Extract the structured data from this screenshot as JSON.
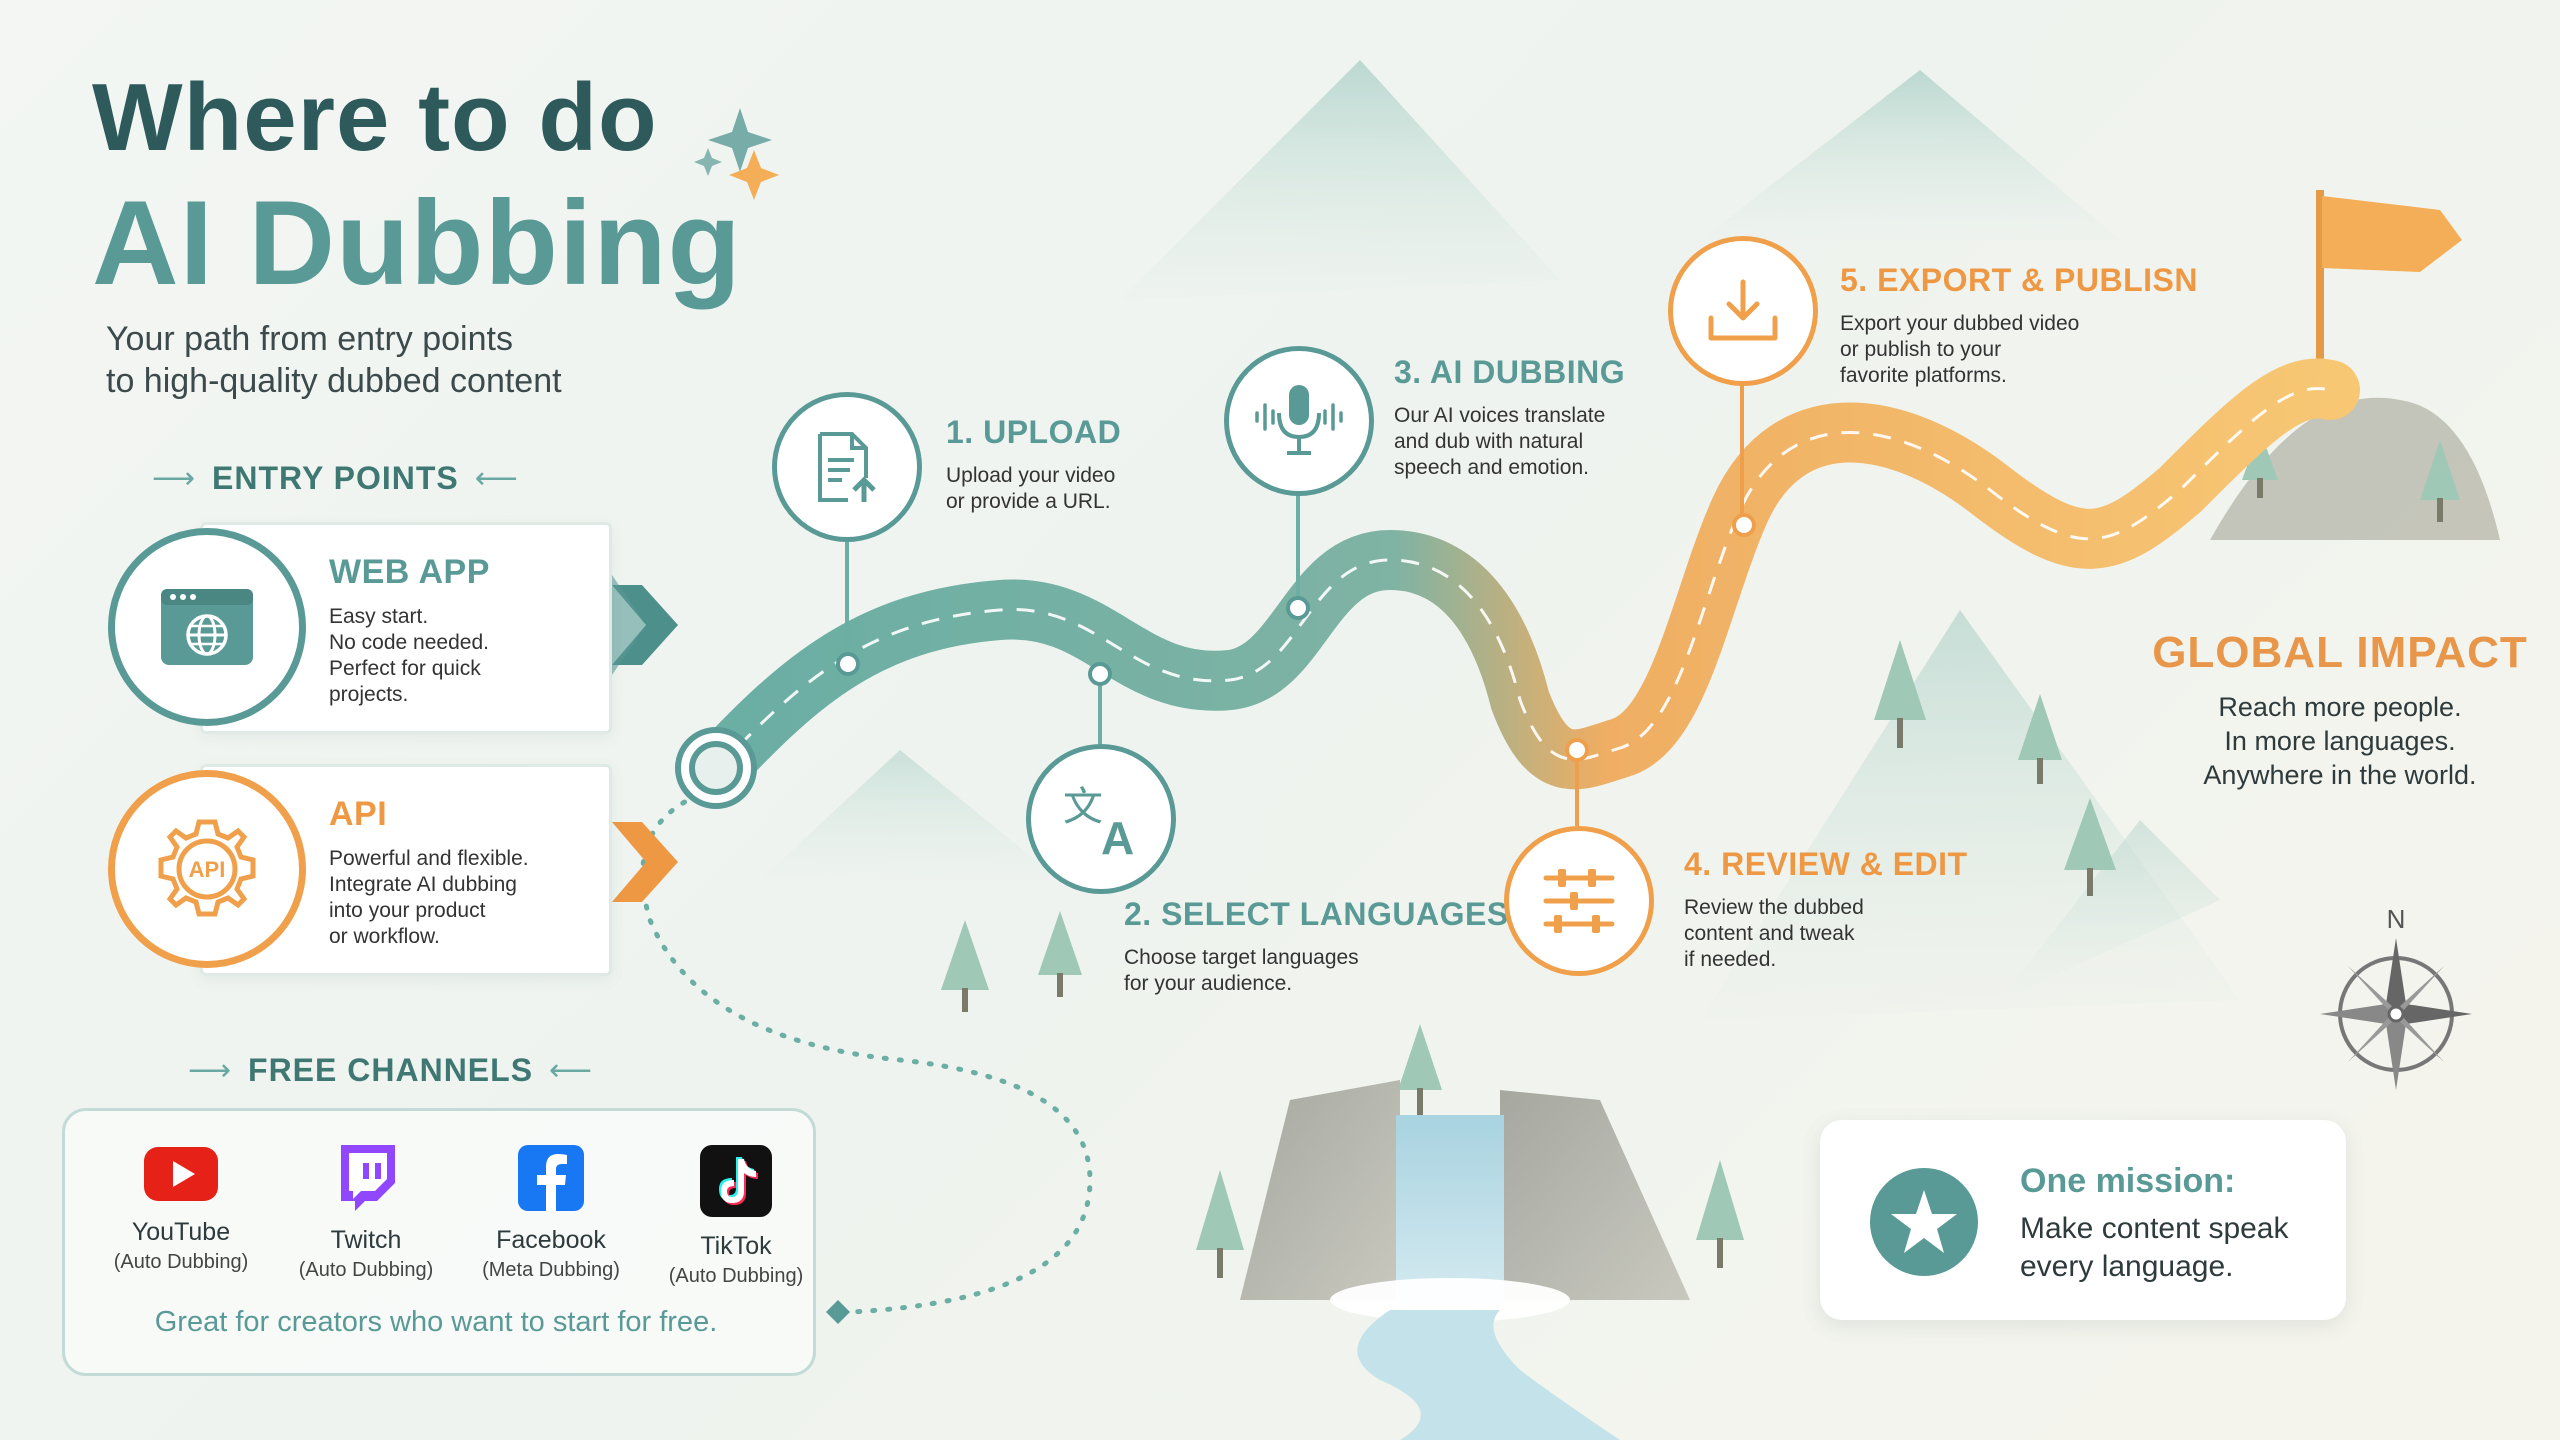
{
  "title": {
    "line1": "Where to do",
    "line2": "AI Dubbing"
  },
  "subtitle": {
    "line1": "Your path from entry points",
    "line2": "to high-quality dubbed content"
  },
  "entry_points": {
    "heading": "ENTRY POINTS",
    "items": [
      {
        "title": "WEB APP",
        "lines": [
          "Easy start.",
          "No code needed.",
          "Perfect for quick",
          "projects."
        ],
        "icon": "browser-globe-icon",
        "color": "#5a9a96"
      },
      {
        "title": "API",
        "lines": [
          "Powerful and flexible.",
          "Integrate AI dubbing",
          "into your product",
          "or workflow."
        ],
        "icon": "api-gear-icon",
        "color": "#f0a04b"
      }
    ]
  },
  "free_channels": {
    "heading": "FREE CHANNELS",
    "items": [
      {
        "name": "YouTube",
        "sub": "(Auto Dubbing)",
        "icon": "youtube-icon",
        "color": "#e62117"
      },
      {
        "name": "Twitch",
        "sub": "(Auto Dubbing)",
        "icon": "twitch-icon",
        "color": "#9146ff"
      },
      {
        "name": "Facebook",
        "sub": "(Meta Dubbing)",
        "icon": "facebook-icon",
        "color": "#1877f2"
      },
      {
        "name": "TikTok",
        "sub": "(Auto Dubbing)",
        "icon": "tiktok-icon",
        "color": "#111111"
      }
    ],
    "footer": "Great for creators who want to start for free."
  },
  "steps": [
    {
      "title": "1. UPLOAD",
      "lines": [
        "Upload your video",
        "or provide a URL."
      ],
      "icon": "upload-document-icon",
      "color": "#5a9a96"
    },
    {
      "title": "2. SELECT LANGUAGES",
      "lines": [
        "Choose target languages",
        "for your audience."
      ],
      "icon": "translate-icon",
      "color": "#5a9a96"
    },
    {
      "title": "3. AI DUBBING",
      "lines": [
        "Our AI voices translate",
        "and dub with natural",
        "speech and emotion."
      ],
      "icon": "microphone-icon",
      "color": "#5a9a96"
    },
    {
      "title": "4. REVIEW & EDIT",
      "lines": [
        "Review the dubbed",
        "content and tweak",
        "if needed."
      ],
      "icon": "sliders-icon",
      "color": "#f0a04b"
    },
    {
      "title": "5. EXPORT & PUBLISN",
      "lines": [
        "Export your dubbed video",
        "or publish to your",
        "favorite platforms."
      ],
      "icon": "download-icon",
      "color": "#f0a04b"
    }
  ],
  "global_impact": {
    "title": "GLOBAL IMPACT",
    "lines": [
      "Reach more people.",
      "In more languages.",
      "Anywhere in the world."
    ]
  },
  "compass": {
    "label": "N",
    "icon": "compass-icon"
  },
  "mission": {
    "title": "One mission:",
    "lines": [
      "Make content speak",
      "every language."
    ],
    "icon": "star-icon"
  },
  "colors": {
    "teal": "#5a9a96",
    "teal_dark": "#2e5a5c",
    "orange": "#f0a04b",
    "orange_text": "#e8964a"
  }
}
